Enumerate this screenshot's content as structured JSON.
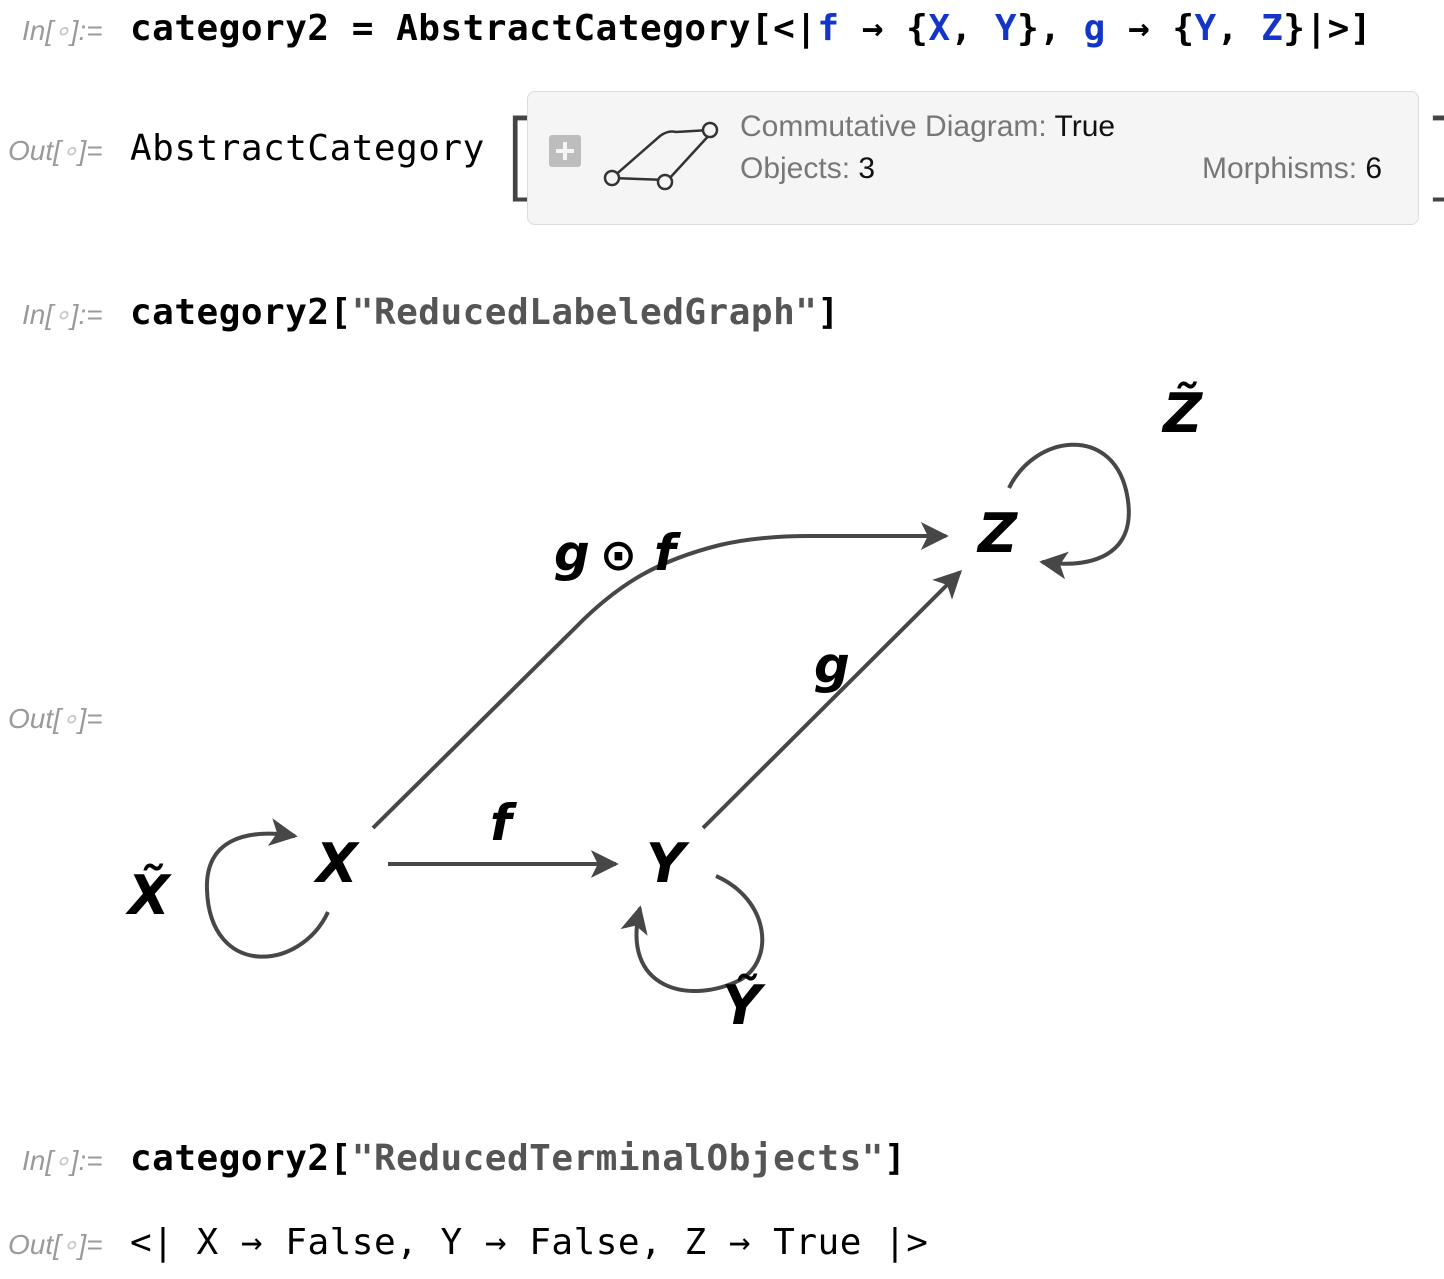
{
  "cells": [
    {
      "in_label": "In[",
      "in_dot": "∘",
      "in_close": "]:=",
      "input": {
        "var": "category2",
        "eq": " = ",
        "fn": "AbstractCategory",
        "open": "[<|",
        "f": "f",
        "arrow": " → ",
        "lb": "{",
        "X": "X",
        "comma": ", ",
        "Y": "Y",
        "rb": "}",
        "sep": ", ",
        "g": "g",
        "Z": "Z",
        "close": "|>]"
      }
    },
    {
      "in_label": "In[",
      "in_dot": "∘",
      "in_close": "]:=",
      "input": {
        "var": "category2",
        "open": "[",
        "str": "\"ReducedLabeledGraph\"",
        "close": "]"
      }
    },
    {
      "in_label": "In[",
      "in_dot": "∘",
      "in_close": "]:=",
      "input": {
        "var": "category2",
        "open": "[",
        "str": "\"ReducedTerminalObjects\"",
        "close": "]"
      }
    }
  ],
  "out_label": {
    "pre": "Out[",
    "dot": "∘",
    "post": "]="
  },
  "summary": {
    "head": "AbstractCategory",
    "commutative_key": "Commutative Diagram: ",
    "commutative_val": "True",
    "objects_key": "Objects: ",
    "objects_val": "3",
    "morphisms_key": "Morphisms: ",
    "morphisms_val": "6"
  },
  "graph": {
    "nodes": {
      "X": "X",
      "Y": "Y",
      "Z": "Z"
    },
    "loops": {
      "X": "X̃",
      "Y": "Ỹ",
      "Z": "Z̃"
    },
    "edges": {
      "f": "f",
      "g": "g",
      "gf_g": "g",
      "gf_op": "⊙",
      "gf_f": "f"
    }
  },
  "terminal": {
    "open": "<|",
    "items": [
      {
        "key": "X",
        "arrow": " → ",
        "val": "False",
        "sep": ", "
      },
      {
        "key": "Y",
        "arrow": " → ",
        "val": "False",
        "sep": ", "
      },
      {
        "key": "Z",
        "arrow": " → ",
        "val": "True",
        "sep": ""
      }
    ],
    "close": "|>"
  },
  "colors": {
    "blue": "#1436c8",
    "edge": "#474747",
    "label_gray": "#9a9a9a"
  }
}
